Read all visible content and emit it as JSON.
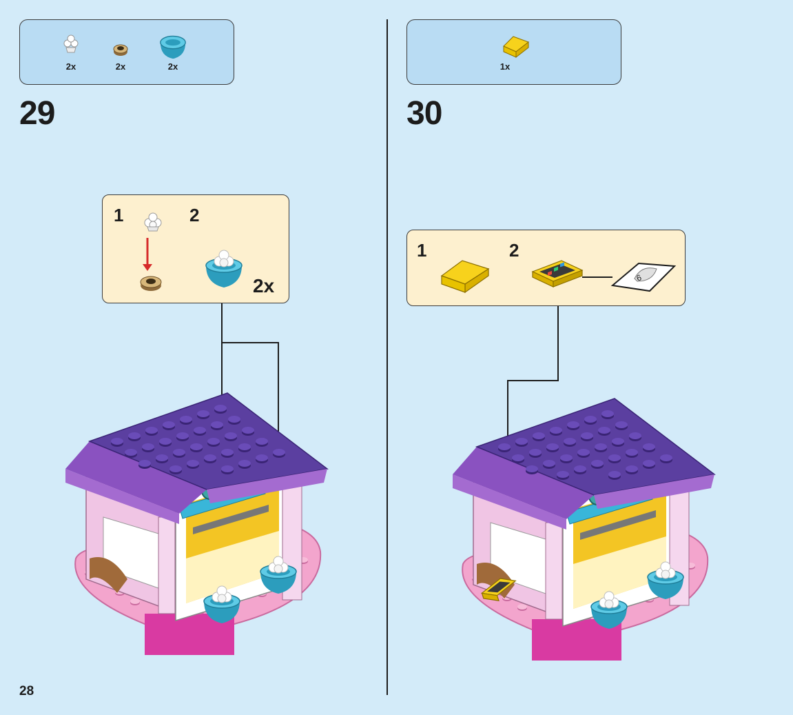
{
  "page": {
    "number": "28"
  },
  "steps": [
    {
      "number": "29",
      "parts": [
        {
          "icon": "white-round-plate-icon",
          "qty": "2x"
        },
        {
          "icon": "tan-round-plate-icon",
          "qty": "2x"
        },
        {
          "icon": "azure-dish-icon",
          "qty": "2x"
        }
      ],
      "sub_assembly": {
        "labels": [
          "1",
          "2"
        ],
        "multiplier": "2x"
      }
    },
    {
      "number": "30",
      "parts": [
        {
          "icon": "yellow-slope-icon",
          "qty": "1x"
        }
      ],
      "sub_assembly": {
        "labels": [
          "1",
          "2"
        ],
        "sticker_number": "6"
      }
    }
  ],
  "colors": {
    "page_bg": "#d3ebf9",
    "parts_box_bg": "#b9dcf3",
    "sub_box_bg": "#fdf0cf",
    "roof_purple": "#5b3fa0",
    "roof_trim": "#a46bd0",
    "base_pink": "#f3a5cd",
    "azure": "#3fb8d8",
    "yellow": "#f7d21c",
    "arrow_red": "#d62a2a"
  }
}
